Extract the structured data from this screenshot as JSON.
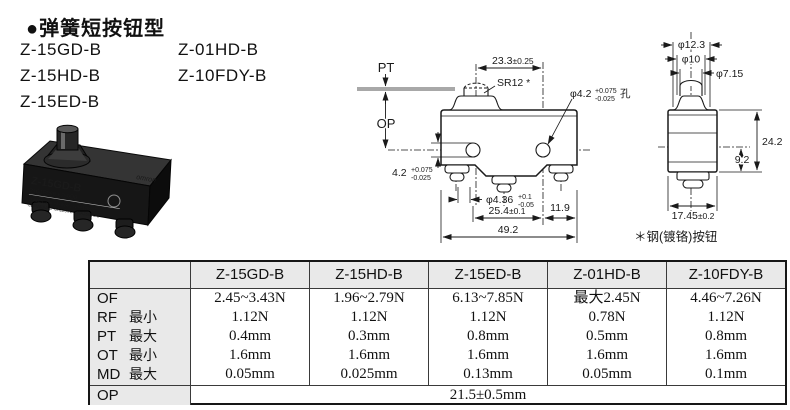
{
  "header": {
    "title": "●弹簧短按钮型",
    "models": [
      "Z-15GD-B",
      "Z-01HD-B",
      "Z-15HD-B",
      "Z-10FDY-B",
      "Z-15ED-B"
    ]
  },
  "photo": {
    "model_label": "Z-15GD-B",
    "code_line": "24G1P09B 6750OB",
    "rating_line1": "15A125, 250or480VAC ¼HP125VAC",
    "rating_line2": "½HP250VAC ½A125VDC ¼A250VDC",
    "brand": "omron",
    "ul_mark": "UL"
  },
  "drawing": {
    "pt": "PT",
    "op": "OP",
    "top_width_val": "23.3",
    "top_width_tol": "±0.25",
    "sr": "SR12 *",
    "hole_dia": "φ4.2",
    "hole_tol_up": "+0.075",
    "hole_tol_dn": "-0.025",
    "hole_suffix": "孔",
    "hole_left_val": "4.2",
    "terminal_dia": "φ4.36",
    "terminal_tol_up": "+0.1",
    "terminal_tol_dn": "-0.05",
    "pitch_val": "25.4",
    "pitch_tol": "±0.1",
    "edge_dim": "11.9",
    "total_width": "49.2",
    "btn_d1": "φ12.3",
    "btn_d2": "φ10",
    "btn_d3": "φ7.15",
    "side_height": "24.2",
    "side_height2": "9.2",
    "side_width_val": "17.45",
    "side_width_tol": "±0.2",
    "note": "＊钢(镀铬)按钮"
  },
  "table": {
    "header": [
      "",
      "Z-15GD-B",
      "Z-15HD-B",
      "Z-15ED-B",
      "Z-01HD-B",
      "Z-10FDY-B"
    ],
    "rows": [
      {
        "label": "OF",
        "sub": "",
        "values": [
          "2.45~3.43N",
          "1.96~2.79N",
          "6.13~7.85N",
          "最大2.45N",
          "4.46~7.26N"
        ]
      },
      {
        "label": "RF",
        "sub": "最小",
        "values": [
          "1.12N",
          "1.12N",
          "1.12N",
          "0.78N",
          "1.12N"
        ]
      },
      {
        "label": "PT",
        "sub": "最大",
        "values": [
          "0.4mm",
          "0.3mm",
          "0.8mm",
          "0.5mm",
          "0.8mm"
        ]
      },
      {
        "label": "OT",
        "sub": "最小",
        "values": [
          "1.6mm",
          "1.6mm",
          "1.6mm",
          "1.6mm",
          "1.6mm"
        ]
      },
      {
        "label": "MD",
        "sub": "最大",
        "values": [
          "0.05mm",
          "0.025mm",
          "0.13mm",
          "0.05mm",
          "0.1mm"
        ]
      }
    ],
    "op": {
      "label": "OP",
      "value": "21.5±0.5mm"
    }
  }
}
